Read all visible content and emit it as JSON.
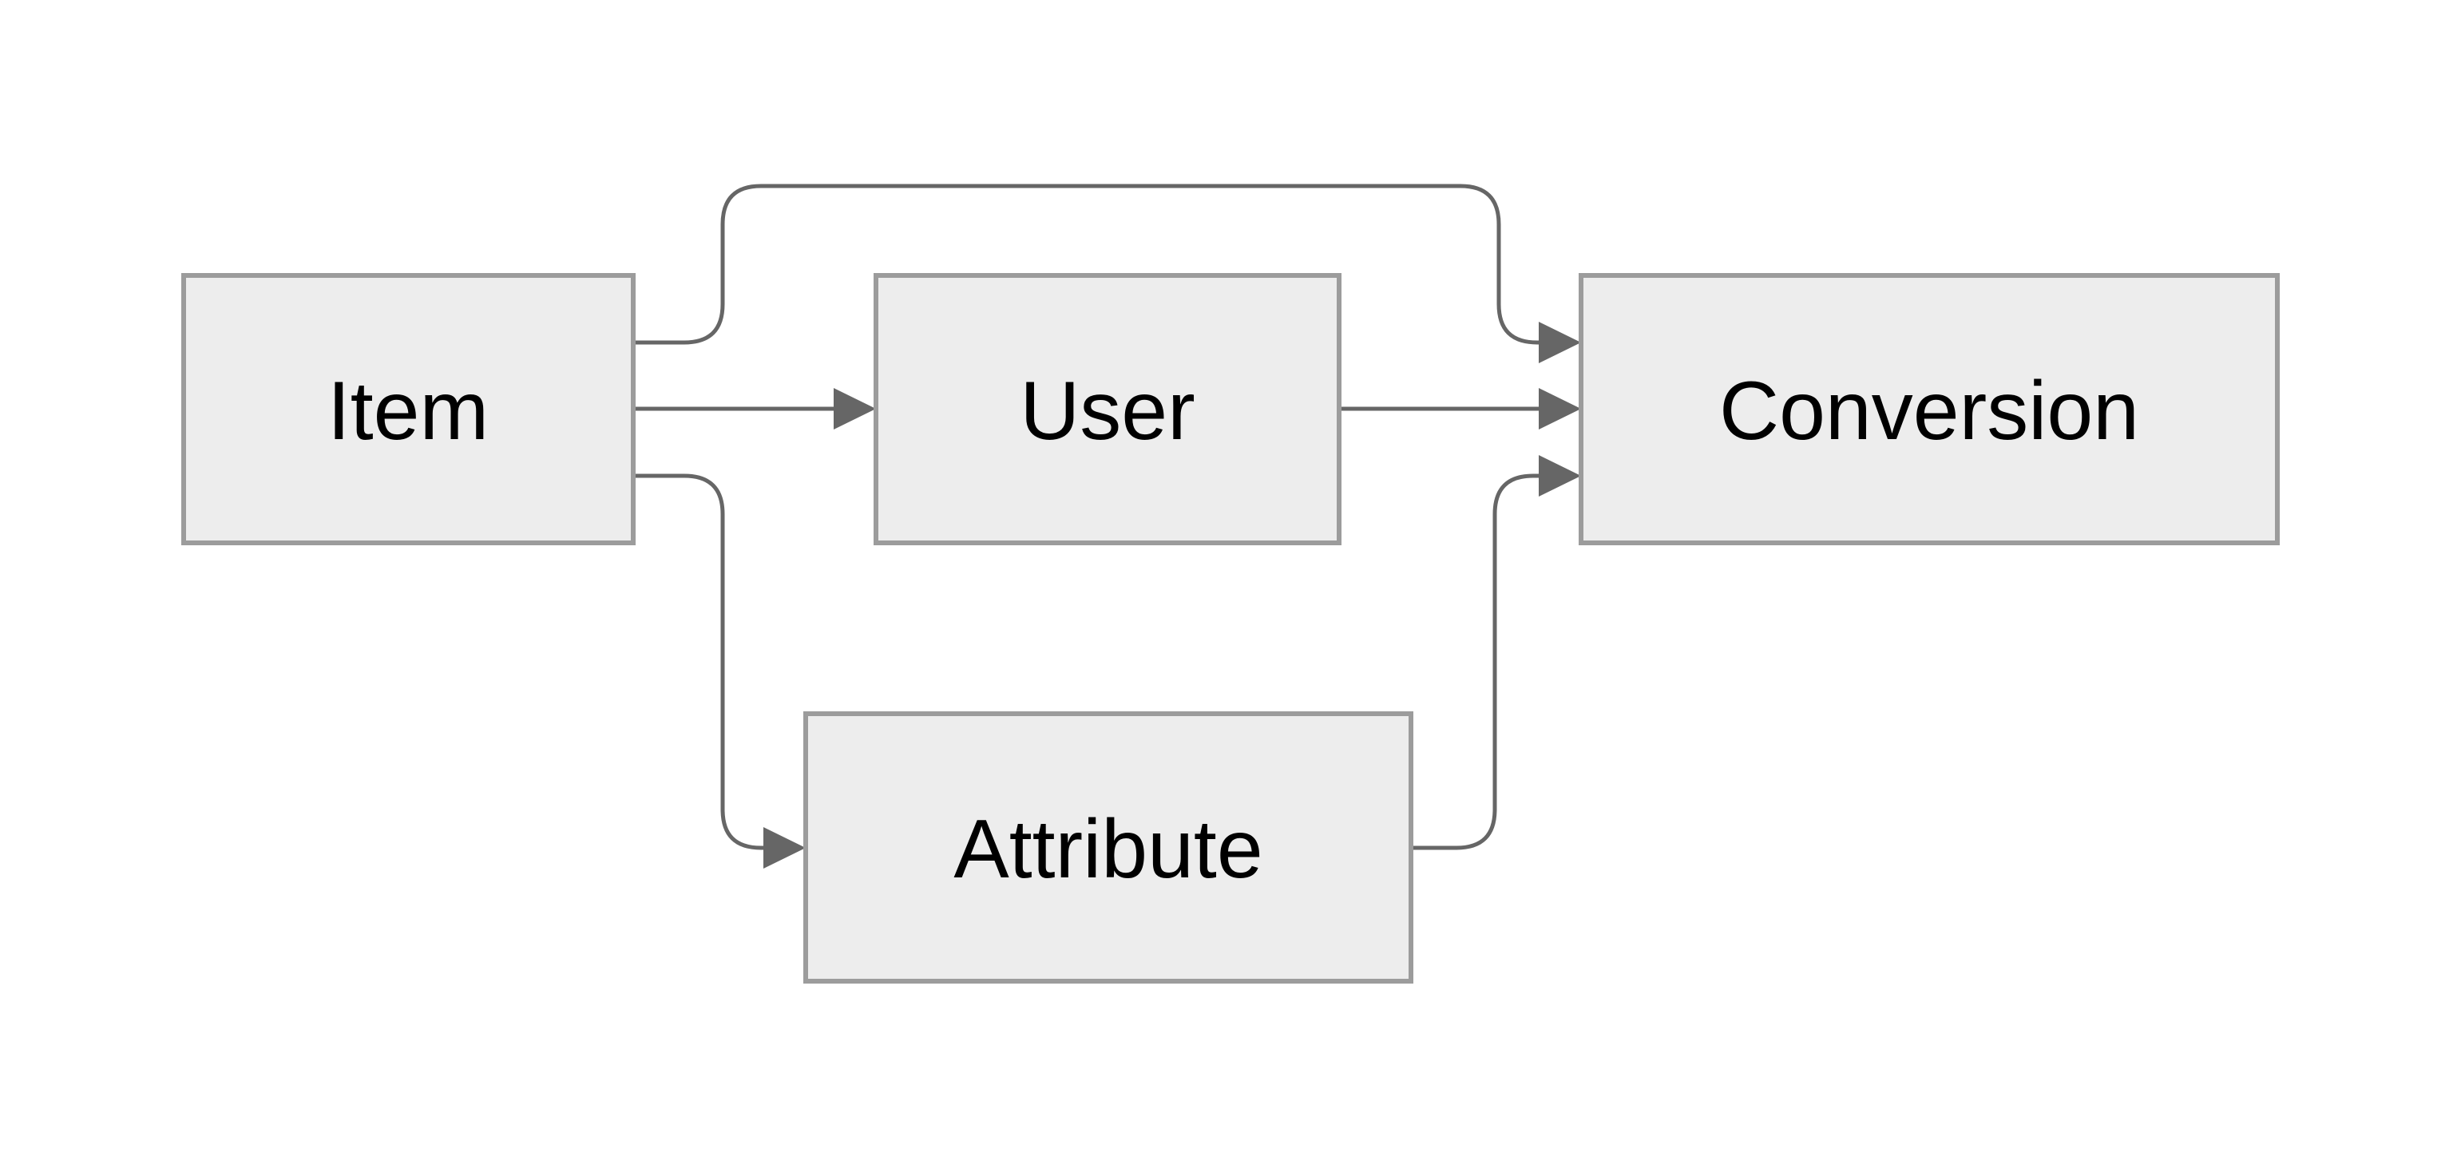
{
  "diagram": {
    "background": "#ffffff",
    "node_fill": "#ededed",
    "node_border": "#9c9c9c",
    "edge_color": "#666666",
    "text_color": "#000000",
    "nodes": [
      {
        "id": "item",
        "label": "Item"
      },
      {
        "id": "user",
        "label": "User"
      },
      {
        "id": "conversion",
        "label": "Conversion"
      },
      {
        "id": "attribute",
        "label": "Attribute"
      }
    ],
    "edges": [
      {
        "from": "Item",
        "to": "User"
      },
      {
        "from": "User",
        "to": "Conversion"
      },
      {
        "from": "Item",
        "to": "Conversion"
      },
      {
        "from": "Item",
        "to": "Attribute"
      },
      {
        "from": "Attribute",
        "to": "Conversion"
      }
    ]
  }
}
